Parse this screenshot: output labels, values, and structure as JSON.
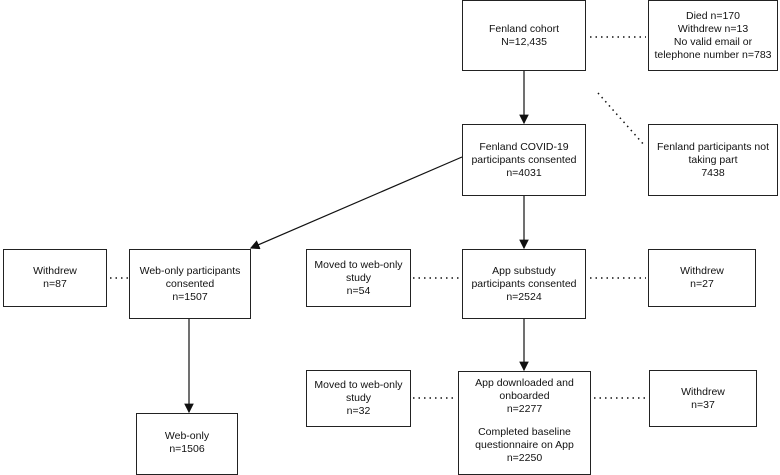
{
  "nodes": {
    "cohort": {
      "lines": [
        "Fenland cohort",
        "N=12,435"
      ]
    },
    "excluded": {
      "lines": [
        "Died n=170",
        "Withdrew n=13",
        "No valid email or",
        "telephone number n=783"
      ]
    },
    "consented": {
      "lines": [
        "Fenland COVID-19",
        "participants consented",
        "n=4031"
      ]
    },
    "not_taking_part": {
      "lines": [
        "Fenland participants not",
        "taking part",
        "7438"
      ]
    },
    "withdrew_web": {
      "lines": [
        "Withdrew",
        "n=87"
      ]
    },
    "web_consented": {
      "lines": [
        "Web-only participants",
        "consented",
        "n=1507"
      ]
    },
    "moved_54": {
      "lines": [
        "Moved to web-only",
        "study",
        "n=54"
      ]
    },
    "app_substudy": {
      "lines": [
        "App substudy",
        "participants consented",
        "n=2524"
      ]
    },
    "withdrew_27": {
      "lines": [
        "Withdrew",
        "n=27"
      ]
    },
    "moved_32": {
      "lines": [
        "Moved to web-only",
        "study",
        "n=32"
      ]
    },
    "app_downloaded": {
      "lines": [
        "App downloaded and",
        "onboarded",
        "n=2277"
      ],
      "lines2": [
        "Completed baseline",
        "questionnaire on App",
        "n=2250"
      ]
    },
    "withdrew_37": {
      "lines": [
        "Withdrew",
        "n=37"
      ]
    },
    "web_only": {
      "lines": [
        "Web-only",
        "n=1506"
      ]
    }
  }
}
